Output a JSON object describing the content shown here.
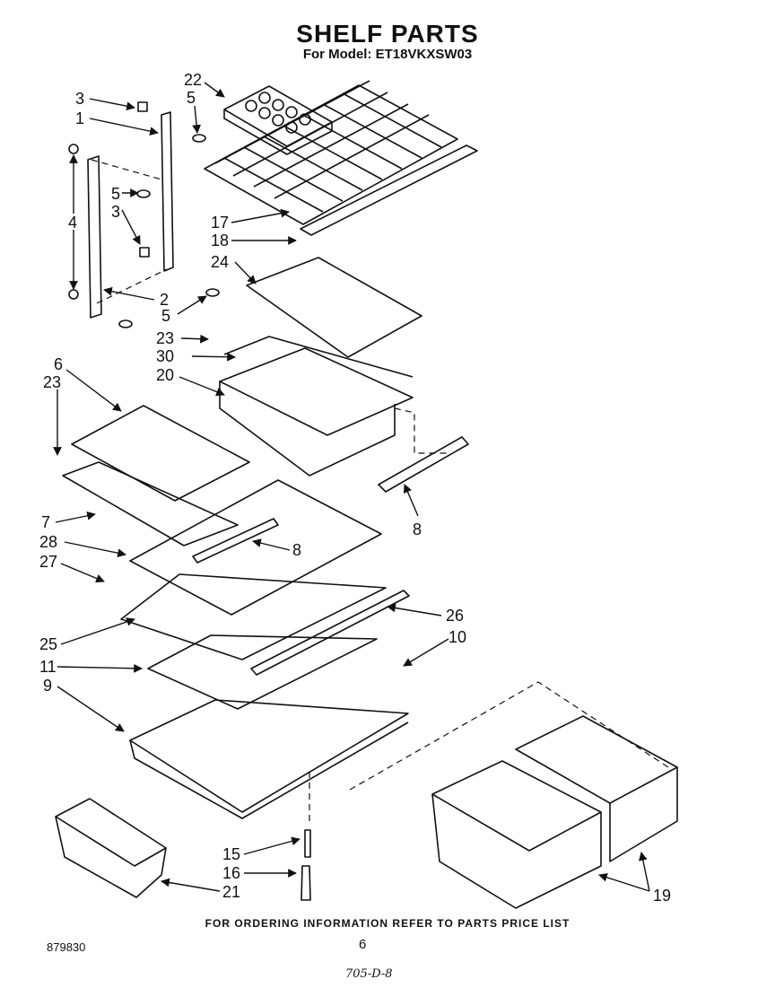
{
  "header": {
    "title": "SHELF PARTS",
    "subtitle": "For Model: ET18VKXSW03"
  },
  "callouts": [
    {
      "id": "c22a",
      "label": "22"
    },
    {
      "id": "c3a",
      "label": "3"
    },
    {
      "id": "c5a",
      "label": "5"
    },
    {
      "id": "c1",
      "label": "1"
    },
    {
      "id": "c5b",
      "label": "5"
    },
    {
      "id": "c3b",
      "label": "3"
    },
    {
      "id": "c4",
      "label": "4"
    },
    {
      "id": "c17",
      "label": "17"
    },
    {
      "id": "c18",
      "label": "18"
    },
    {
      "id": "c24",
      "label": "24"
    },
    {
      "id": "c2",
      "label": "2"
    },
    {
      "id": "c5c",
      "label": "5"
    },
    {
      "id": "c23a",
      "label": "23"
    },
    {
      "id": "c30",
      "label": "30"
    },
    {
      "id": "c20",
      "label": "20"
    },
    {
      "id": "c6",
      "label": "6"
    },
    {
      "id": "c23b",
      "label": "23"
    },
    {
      "id": "c8a",
      "label": "8"
    },
    {
      "id": "c7",
      "label": "7"
    },
    {
      "id": "c28",
      "label": "28"
    },
    {
      "id": "c8b",
      "label": "8"
    },
    {
      "id": "c27",
      "label": "27"
    },
    {
      "id": "c26",
      "label": "26"
    },
    {
      "id": "c10",
      "label": "10"
    },
    {
      "id": "c25",
      "label": "25"
    },
    {
      "id": "c11",
      "label": "11"
    },
    {
      "id": "c9",
      "label": "9"
    },
    {
      "id": "c15",
      "label": "15"
    },
    {
      "id": "c16",
      "label": "16"
    },
    {
      "id": "c21",
      "label": "21"
    },
    {
      "id": "c19",
      "label": "19"
    }
  ],
  "footer": {
    "note": "FOR ORDERING INFORMATION REFER TO PARTS PRICE LIST",
    "doc_number": "879830",
    "page_number": "6",
    "handwritten": "705-D-8"
  }
}
